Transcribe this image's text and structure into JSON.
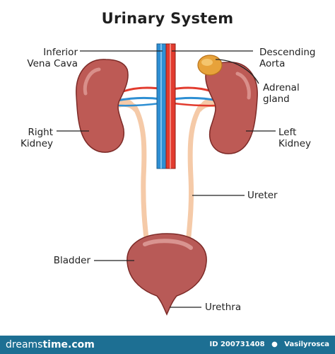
{
  "title": "Urinary System",
  "labels": {
    "inferior_vena_cava": [
      "Inferior",
      "Vena Cava"
    ],
    "descending_aorta": [
      "Descending",
      "Aorta"
    ],
    "adrenal_gland": [
      "Adrenal",
      "gland"
    ],
    "right_kidney": [
      "Right",
      "Kidney"
    ],
    "left_kidney": [
      "Left",
      "Kidney"
    ],
    "ureter": "Ureter",
    "bladder": "Bladder",
    "urethra": "Urethra"
  },
  "footer": {
    "logo_prefix": "dreams",
    "logo_suffix": "time.com",
    "id_text": "ID 200731408",
    "author": "Vasilyrosca"
  },
  "colors": {
    "kidney": "#bd5a55",
    "kidney_outline": "#7c2a27",
    "vein": "#2e8fd3",
    "artery": "#e23b2e",
    "ureter": "#f5caa8",
    "adrenal": "#e7a23a",
    "bladder": "#b85a57",
    "footer_bg": "#1d6f93"
  }
}
